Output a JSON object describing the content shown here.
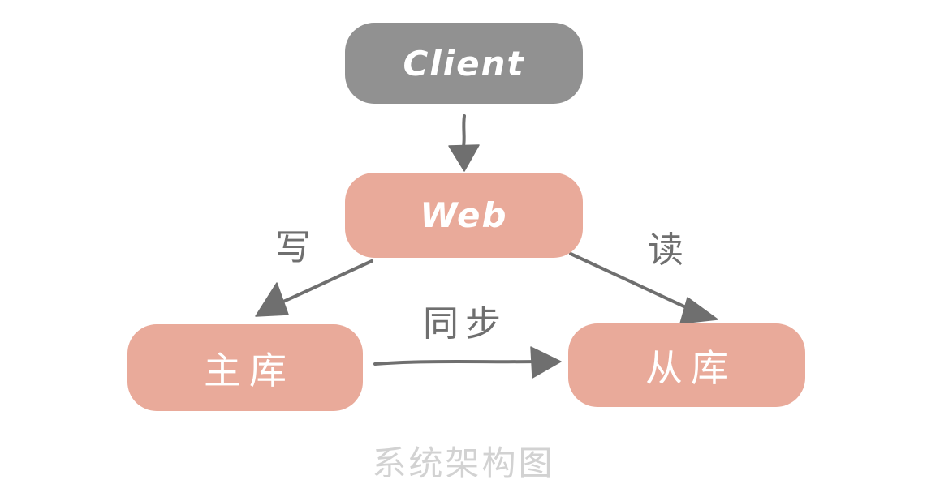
{
  "diagram": {
    "title": "系统架构图",
    "nodes": [
      {
        "id": "client",
        "label": "Client",
        "color": "#919191",
        "text_color": "#ffffff"
      },
      {
        "id": "web",
        "label": "Web",
        "color": "#e9aa9a",
        "text_color": "#ffffff"
      },
      {
        "id": "master",
        "label": "主库",
        "color": "#e9aa9a",
        "text_color": "#ffffff"
      },
      {
        "id": "slave",
        "label": "从库",
        "color": "#e9aa9a",
        "text_color": "#ffffff"
      }
    ],
    "edges": [
      {
        "from": "client",
        "to": "web",
        "label": ""
      },
      {
        "from": "web",
        "to": "master",
        "label": "写"
      },
      {
        "from": "web",
        "to": "slave",
        "label": "读"
      },
      {
        "from": "master",
        "to": "slave",
        "label": "同步"
      }
    ],
    "colors": {
      "background": "#ffffff",
      "node_gray": "#919191",
      "node_salmon": "#e9aa9a",
      "arrow": "#6f6f6f",
      "edge_label": "#6f6f6f",
      "title": "#d2d2d2"
    }
  }
}
